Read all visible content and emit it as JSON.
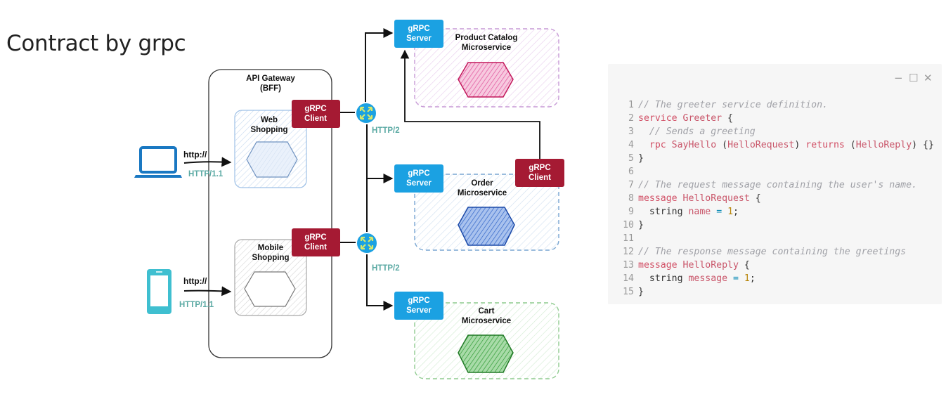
{
  "page": {
    "title": "Contract by grpc"
  },
  "diagram": {
    "gateway_title": "API Gateway",
    "gateway_subtitle": "(BFF)",
    "web_shopping": [
      "Web",
      "Shopping"
    ],
    "mobile_shopping": [
      "Mobile",
      "Shopping"
    ],
    "grpc_client": [
      "gRPC",
      "Client"
    ],
    "grpc_server": [
      "gRPC",
      "Server"
    ],
    "http_scheme": "http://",
    "http11": "HTTP/1.1",
    "http2": "HTTP/2",
    "product_catalog": [
      "Product Catalog",
      "Microservice"
    ],
    "order_service": [
      "Order",
      "Microservice"
    ],
    "cart_service": [
      "Cart",
      "Microservice"
    ],
    "colors": {
      "grpc_client": "#a51a33",
      "grpc_server": "#1ba1e2",
      "product_hex": "#e0509a",
      "order_hex": "#2f64c8",
      "cart_hex": "#3fae3f",
      "router": "#1ba1e2",
      "device": "#1a78c2",
      "phone": "#3fbfd0",
      "http_label": "#5aa9a3"
    },
    "icons": [
      "laptop-icon",
      "mobile-phone-icon",
      "router-icon",
      "hexagon-icon"
    ]
  },
  "code_window": {
    "controls": {
      "minimize": "−",
      "maximize": "☐",
      "close": "✕"
    },
    "lines": [
      {
        "n": "1",
        "tokens": [
          {
            "t": "comment",
            "v": "// The greeter service definition."
          }
        ]
      },
      {
        "n": "2",
        "tokens": [
          {
            "t": "kw",
            "v": "service"
          },
          {
            "t": "plain",
            "v": " "
          },
          {
            "t": "id",
            "v": "Greeter"
          },
          {
            "t": "plain",
            "v": " {"
          }
        ]
      },
      {
        "n": "3",
        "tokens": [
          {
            "t": "plain",
            "v": "  "
          },
          {
            "t": "comment",
            "v": "// Sends a greeting"
          }
        ]
      },
      {
        "n": "4",
        "tokens": [
          {
            "t": "plain",
            "v": "  "
          },
          {
            "t": "kw",
            "v": "rpc"
          },
          {
            "t": "plain",
            "v": " "
          },
          {
            "t": "id",
            "v": "SayHello"
          },
          {
            "t": "plain",
            "v": " ("
          },
          {
            "t": "id",
            "v": "HelloRequest"
          },
          {
            "t": "plain",
            "v": ") "
          },
          {
            "t": "kw",
            "v": "returns"
          },
          {
            "t": "plain",
            "v": " ("
          },
          {
            "t": "id",
            "v": "HelloReply"
          },
          {
            "t": "plain",
            "v": ") {}"
          }
        ]
      },
      {
        "n": "5",
        "tokens": [
          {
            "t": "plain",
            "v": "}"
          }
        ]
      },
      {
        "n": "6",
        "tokens": []
      },
      {
        "n": "7",
        "tokens": [
          {
            "t": "comment",
            "v": "// The request message containing the user's name."
          }
        ]
      },
      {
        "n": "8",
        "tokens": [
          {
            "t": "kw",
            "v": "message"
          },
          {
            "t": "plain",
            "v": " "
          },
          {
            "t": "id",
            "v": "HelloRequest"
          },
          {
            "t": "plain",
            "v": " {"
          }
        ]
      },
      {
        "n": "9",
        "tokens": [
          {
            "t": "plain",
            "v": "  string "
          },
          {
            "t": "id",
            "v": "name"
          },
          {
            "t": "plain",
            "v": " "
          },
          {
            "t": "op",
            "v": "="
          },
          {
            "t": "plain",
            "v": " "
          },
          {
            "t": "num",
            "v": "1"
          },
          {
            "t": "plain",
            "v": ";"
          }
        ]
      },
      {
        "n": "10",
        "tokens": [
          {
            "t": "plain",
            "v": "}"
          }
        ]
      },
      {
        "n": "11",
        "tokens": []
      },
      {
        "n": "12",
        "tokens": [
          {
            "t": "comment",
            "v": "// The response message containing the greetings"
          }
        ]
      },
      {
        "n": "13",
        "tokens": [
          {
            "t": "kw",
            "v": "message"
          },
          {
            "t": "plain",
            "v": " "
          },
          {
            "t": "id",
            "v": "HelloReply"
          },
          {
            "t": "plain",
            "v": " {"
          }
        ]
      },
      {
        "n": "14",
        "tokens": [
          {
            "t": "plain",
            "v": "  string "
          },
          {
            "t": "id",
            "v": "message"
          },
          {
            "t": "plain",
            "v": " "
          },
          {
            "t": "op",
            "v": "="
          },
          {
            "t": "plain",
            "v": " "
          },
          {
            "t": "num",
            "v": "1"
          },
          {
            "t": "plain",
            "v": ";"
          }
        ]
      },
      {
        "n": "15",
        "tokens": [
          {
            "t": "plain",
            "v": "}"
          }
        ]
      }
    ]
  }
}
